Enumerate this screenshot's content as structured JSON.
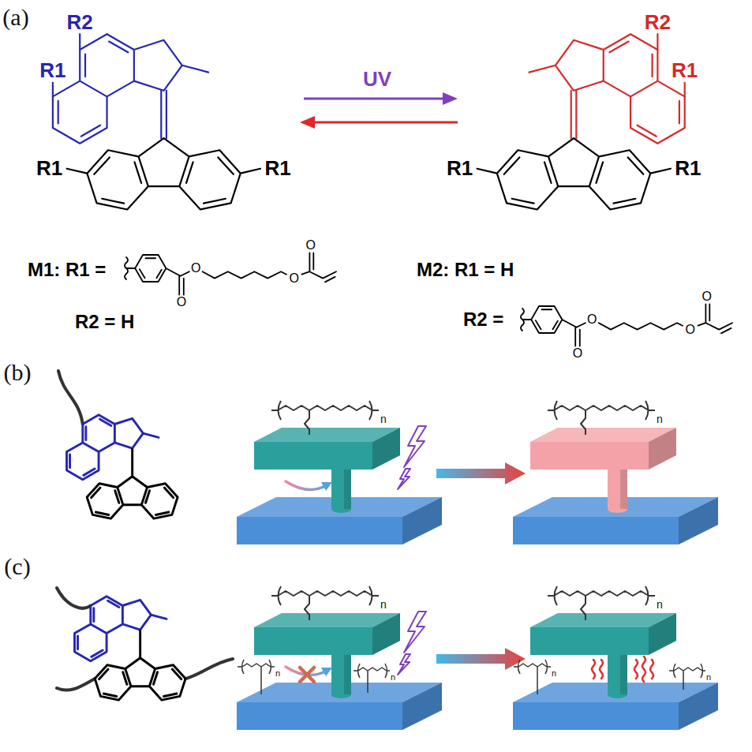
{
  "diagram": {
    "labels": [
      "(a)",
      "R2",
      "R1",
      "R1",
      "R1",
      "UV",
      "R2",
      "R1",
      "R1",
      "R1",
      "M1: R1 =",
      "O",
      "O",
      "O",
      "O",
      "R2 = H",
      "M2: R1 = H",
      "R2 =",
      "O",
      "O",
      "O",
      "O",
      "(b)",
      "n",
      "n",
      "(c)",
      "n",
      "n",
      "n",
      "n",
      "n",
      "n"
    ]
  }
}
